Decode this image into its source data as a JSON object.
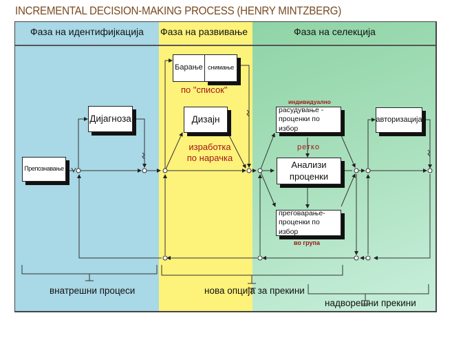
{
  "title": "INCREMENTAL DECISION-MAKING PROCESS (HENRY MINTZBERG)",
  "colors": {
    "title": "#7a4a22",
    "identification_zone": "#a9d8e6",
    "development_zone": "#fdf27a",
    "selection_zone": "#a9e0bd",
    "annotation_red": "#a01818"
  },
  "phases": [
    {
      "id": "identification",
      "label": "Фаза на идентифијкација"
    },
    {
      "id": "development",
      "label": "Фаза на развивање"
    },
    {
      "id": "selection",
      "label": "Фаза на селекција"
    }
  ],
  "boxes": {
    "recognition": "Препознавање",
    "diagnosis": "Дијагноза",
    "search": "Барање",
    "screen": "снимање",
    "design": "Дизајн",
    "judgment": "расудување - проценки по избор",
    "analysis": "Анализи проценки",
    "bargaining": "преговарање- проценки по избор",
    "authorization": "авторизација"
  },
  "annotations": {
    "by_list": "по \"список\"",
    "custom_made": "изработка по нарачка",
    "individually": "индивидуално",
    "rarely": "ретко",
    "in_group": "во група"
  },
  "bottom_labels": {
    "internal_processes": "внатрешни процеси",
    "new_option_interrupts": "нова опција за прекини",
    "external_interrupts": "надворешни прекини"
  }
}
